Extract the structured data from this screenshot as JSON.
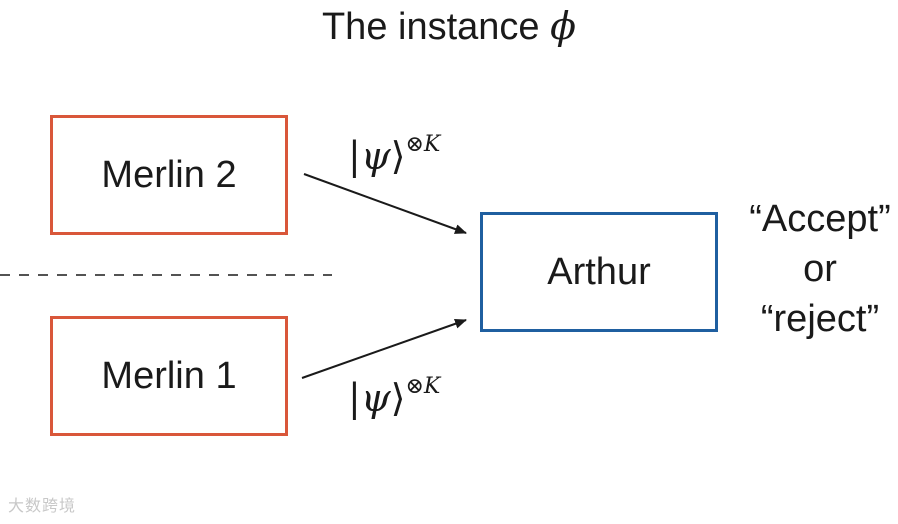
{
  "title": {
    "text": "The instance",
    "symbol": "ϕ"
  },
  "nodes": {
    "merlin2": "Merlin 2",
    "merlin1": "Merlin 1",
    "arthur": "Arthur"
  },
  "edges": {
    "top": {
      "ket_open": "|",
      "psi": "ψ",
      "ket_close": "⟩",
      "tensor": "⊗",
      "power": "K"
    },
    "bottom": {
      "ket_open": "|",
      "psi": "ψ",
      "ket_close": "⟩",
      "tensor": "⊗",
      "power": "K"
    }
  },
  "output": {
    "line1": "“Accept”",
    "line2": "or",
    "line3": "“reject”"
  },
  "watermark": "大数跨境",
  "colors": {
    "merlin_border": "#d9573a",
    "arthur_border": "#1f5fa0",
    "text": "#1a1a1a"
  }
}
